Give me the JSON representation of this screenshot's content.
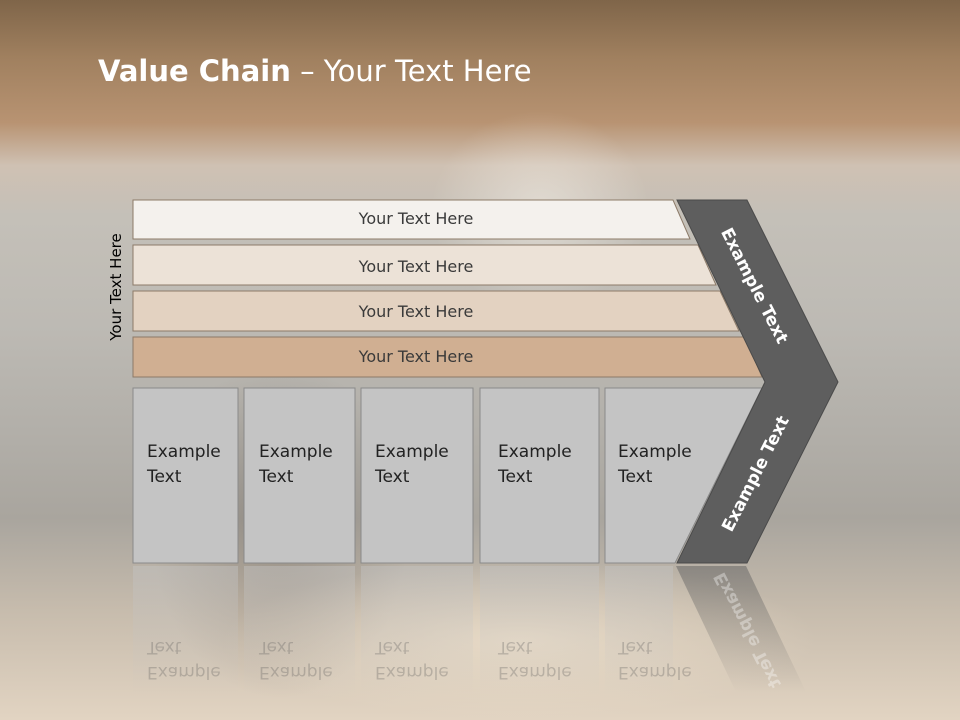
{
  "title": {
    "bold": "Value Chain",
    "rest": " – Your Text Here"
  },
  "side_label": "Your Text Here",
  "bars": [
    {
      "label": "Your Text Here",
      "fill": "#f4f1ed"
    },
    {
      "label": "Your Text Here",
      "fill": "#ece2d7"
    },
    {
      "label": "Your Text Here",
      "fill": "#e3d2c1"
    },
    {
      "label": "Your Text Here",
      "fill": "#d0af92"
    }
  ],
  "boxes": [
    {
      "line1": "Example",
      "line2": "Text"
    },
    {
      "line1": "Example",
      "line2": "Text"
    },
    {
      "line1": "Example",
      "line2": "Text"
    },
    {
      "line1": "Example",
      "line2": "Text"
    },
    {
      "line1": "Example",
      "line2": "Text"
    }
  ],
  "chevron": {
    "upper": "Example Text",
    "lower": "Example Text",
    "fill": "#5e5e5e"
  },
  "colors": {
    "box_fill": "#c4c4c4",
    "box_border": "#8a8a8a",
    "bar_border": "#8c7a68"
  }
}
